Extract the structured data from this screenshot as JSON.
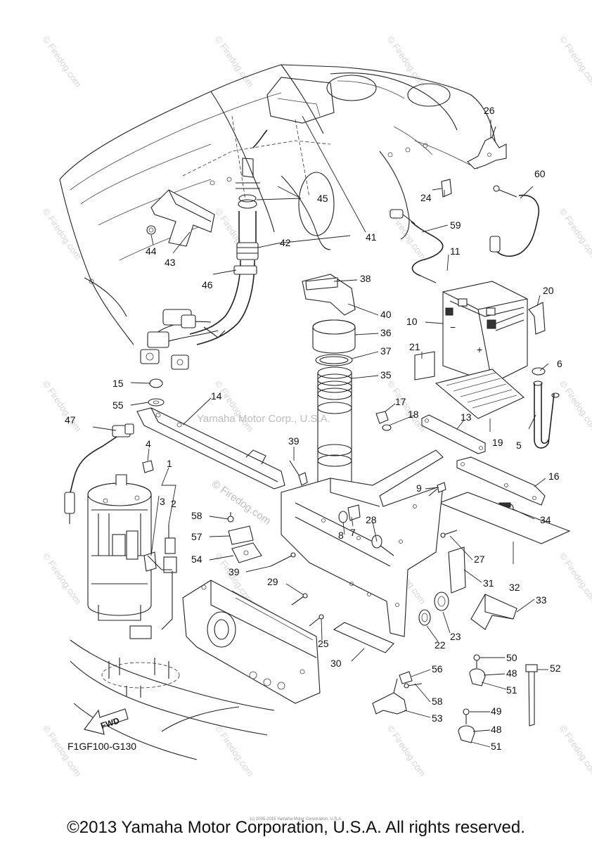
{
  "figure": {
    "code": "F1GF100-G130",
    "fwd_label": "FWD",
    "watermark_center": "Yamaha Motor Corp., U.S.A.",
    "watermark_center2": "© Firedog.com",
    "watermark_tile": "© Firedog.com"
  },
  "footer": {
    "copyright": "©2013 Yamaha Motor Corporation, U.S.A. All rights reserved.",
    "tiny": "(c) 2005-2015 Yamaha Motor Corporation, U.S.A."
  },
  "callouts": [
    {
      "n": "1"
    },
    {
      "n": "2"
    },
    {
      "n": "3"
    },
    {
      "n": "4"
    },
    {
      "n": "5"
    },
    {
      "n": "6"
    },
    {
      "n": "7"
    },
    {
      "n": "8"
    },
    {
      "n": "9"
    },
    {
      "n": "10"
    },
    {
      "n": "11"
    },
    {
      "n": "13"
    },
    {
      "n": "14"
    },
    {
      "n": "15"
    },
    {
      "n": "16"
    },
    {
      "n": "17"
    },
    {
      "n": "18"
    },
    {
      "n": "19"
    },
    {
      "n": "20"
    },
    {
      "n": "21"
    },
    {
      "n": "22"
    },
    {
      "n": "23"
    },
    {
      "n": "24"
    },
    {
      "n": "25"
    },
    {
      "n": "26"
    },
    {
      "n": "27"
    },
    {
      "n": "28"
    },
    {
      "n": "29"
    },
    {
      "n": "30"
    },
    {
      "n": "31"
    },
    {
      "n": "32"
    },
    {
      "n": "33"
    },
    {
      "n": "34"
    },
    {
      "n": "35"
    },
    {
      "n": "36"
    },
    {
      "n": "37"
    },
    {
      "n": "38"
    },
    {
      "n": "39"
    },
    {
      "n": "39"
    },
    {
      "n": "40"
    },
    {
      "n": "41"
    },
    {
      "n": "42"
    },
    {
      "n": "43"
    },
    {
      "n": "44"
    },
    {
      "n": "45"
    },
    {
      "n": "46"
    },
    {
      "n": "47"
    },
    {
      "n": "48"
    },
    {
      "n": "48"
    },
    {
      "n": "49"
    },
    {
      "n": "50"
    },
    {
      "n": "51"
    },
    {
      "n": "51"
    },
    {
      "n": "52"
    },
    {
      "n": "53"
    },
    {
      "n": "54"
    },
    {
      "n": "55"
    },
    {
      "n": "56"
    },
    {
      "n": "57"
    },
    {
      "n": "58"
    },
    {
      "n": "58"
    },
    {
      "n": "59"
    },
    {
      "n": "60"
    }
  ]
}
